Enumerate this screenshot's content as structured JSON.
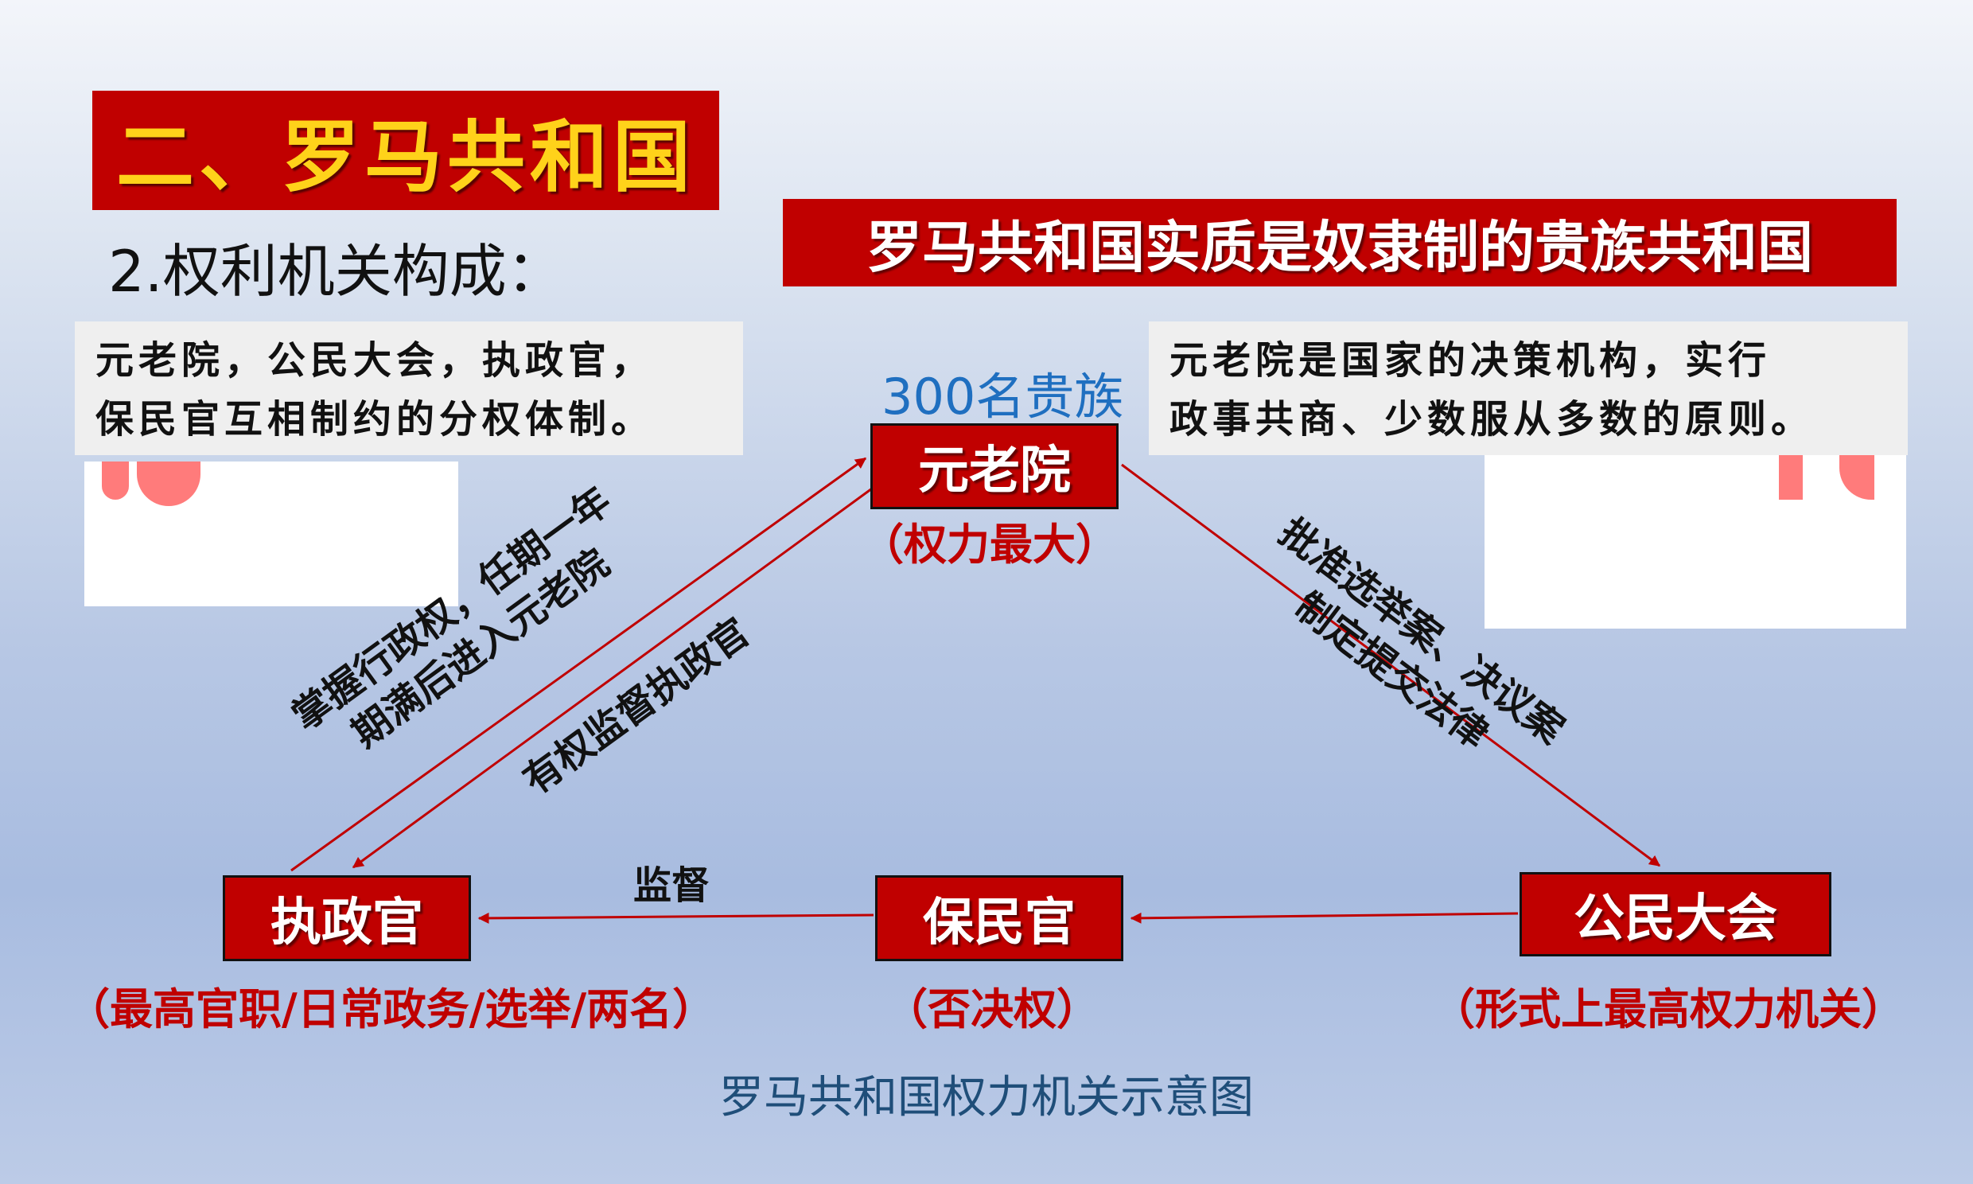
{
  "header": {
    "title": "二、罗马共和国",
    "subtitle": "2.权利机关构成：",
    "essence": "罗马共和国实质是奴隶制的贵族共和国"
  },
  "notes": {
    "left_lines": [
      "元老院，公民大会，执政官，",
      "保民官互相制约的分权体制。"
    ],
    "right_lines": [
      "元老院是国家的决策机构，实行",
      "政事共商、少数服从多数的原则。"
    ]
  },
  "nodes": {
    "senate": {
      "name": "元老院",
      "note": "300名贵族",
      "label": "（权力最大）"
    },
    "consul": {
      "name": "执政官",
      "label": "（最高官职/日常政务/选举/两名）"
    },
    "tribune": {
      "name": "保民官",
      "label": "（否决权）"
    },
    "assembly": {
      "name": "公民大会",
      "label": "（形式上最高权力机关）"
    }
  },
  "edges": {
    "consul_to_senate_lines": [
      "掌握行政权，任期一年",
      "期满后进入元老院"
    ],
    "senate_to_consul": "有权监督执政官",
    "senate_to_assembly_lines": [
      "批准选举案、决议案",
      "制定提交法律"
    ],
    "tribune_to_consul": "监督"
  },
  "caption": "罗马共和国权力机关示意图",
  "colors": {
    "accent_red": "#c00000",
    "title_yellow": "#ffd21a",
    "noble_blue": "#1f6fc0",
    "caption_blue": "#1f4e79"
  }
}
